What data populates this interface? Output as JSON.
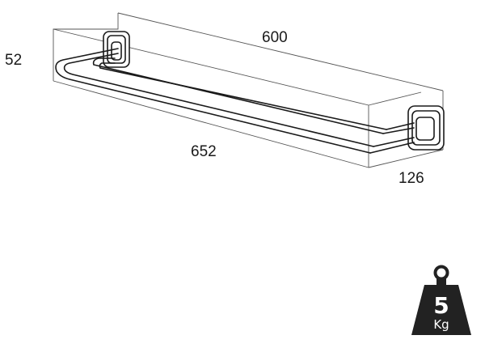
{
  "dimensions": {
    "depth": "600",
    "height": "52",
    "width": "652",
    "projection": "126"
  },
  "weight_badge": {
    "value": "5",
    "unit": "Kg",
    "icon": "weight-icon"
  },
  "colors": {
    "line": "#1a1a1a",
    "box": "#555555",
    "badge": "#222222"
  }
}
